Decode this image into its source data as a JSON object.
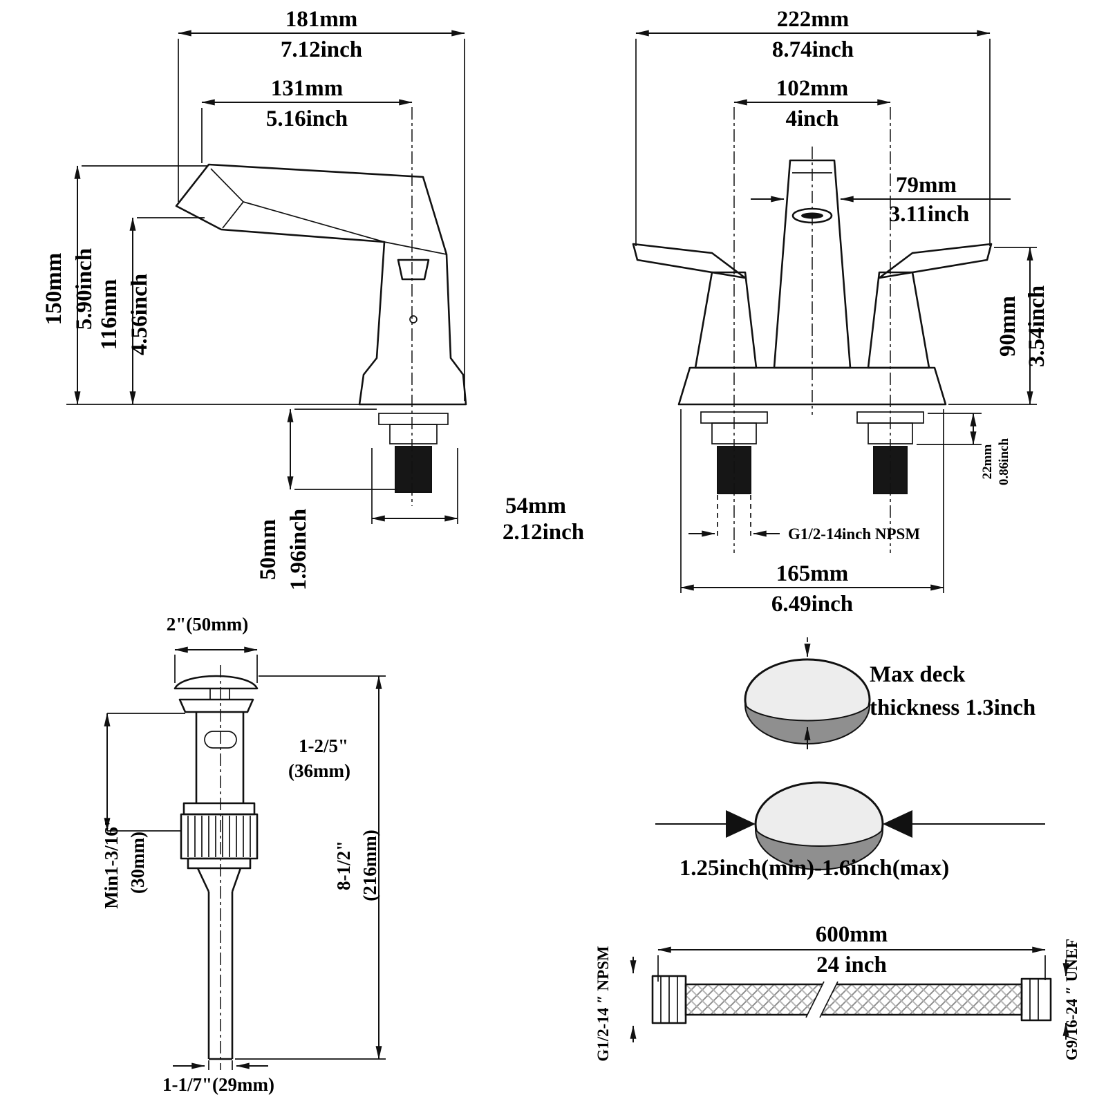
{
  "colors": {
    "line": "#111111",
    "hole_light": "#ededed",
    "hole_dark": "#8f8f8f",
    "thread_fill": "#161616"
  },
  "side_view": {
    "width_mm": "181mm",
    "width_in": "7.12inch",
    "reach_mm": "131mm",
    "reach_in": "5.16inch",
    "height_mm": "150mm",
    "height_in": "5.90inch",
    "spout_h_mm": "116mm",
    "spout_h_in": "4.56inch",
    "base_mm": "54mm",
    "base_in": "2.12inch",
    "shank_mm": "50mm",
    "shank_in": "1.96inch"
  },
  "front_view": {
    "width_mm": "222mm",
    "width_in": "8.74inch",
    "centers_mm": "102mm",
    "centers_in": "4inch",
    "spout_mm": "79mm",
    "spout_in": "3.11inch",
    "height_mm": "90mm",
    "height_in": "3.54inch",
    "under_mm": "22mm",
    "under_in": "0.86inch",
    "thread": "G1/2-14inch NPSM",
    "base_mm": "165mm",
    "base_in": "6.49inch"
  },
  "drain": {
    "cap": "2\"(50mm)",
    "overflow_in": "1-2/5\"",
    "overflow_mm": "(36mm)",
    "upper_in": "Min1-3/16\"",
    "upper_mm": "(30mm)",
    "total_in": "8-1/2\"",
    "total_mm": "(216mm)",
    "tail": "1-1/7\"(29mm)"
  },
  "deck_hole": {
    "max_line1": "Max deck",
    "max_line2": "thickness 1.3inch",
    "range": "1.25inch(min)-1.6inch(max)"
  },
  "hose": {
    "length_mm": "600mm",
    "length_in": "24 inch",
    "thread_left": "G1/2-14 ″ NPSM",
    "thread_right": "G9/16-24 ″ UNEF"
  }
}
